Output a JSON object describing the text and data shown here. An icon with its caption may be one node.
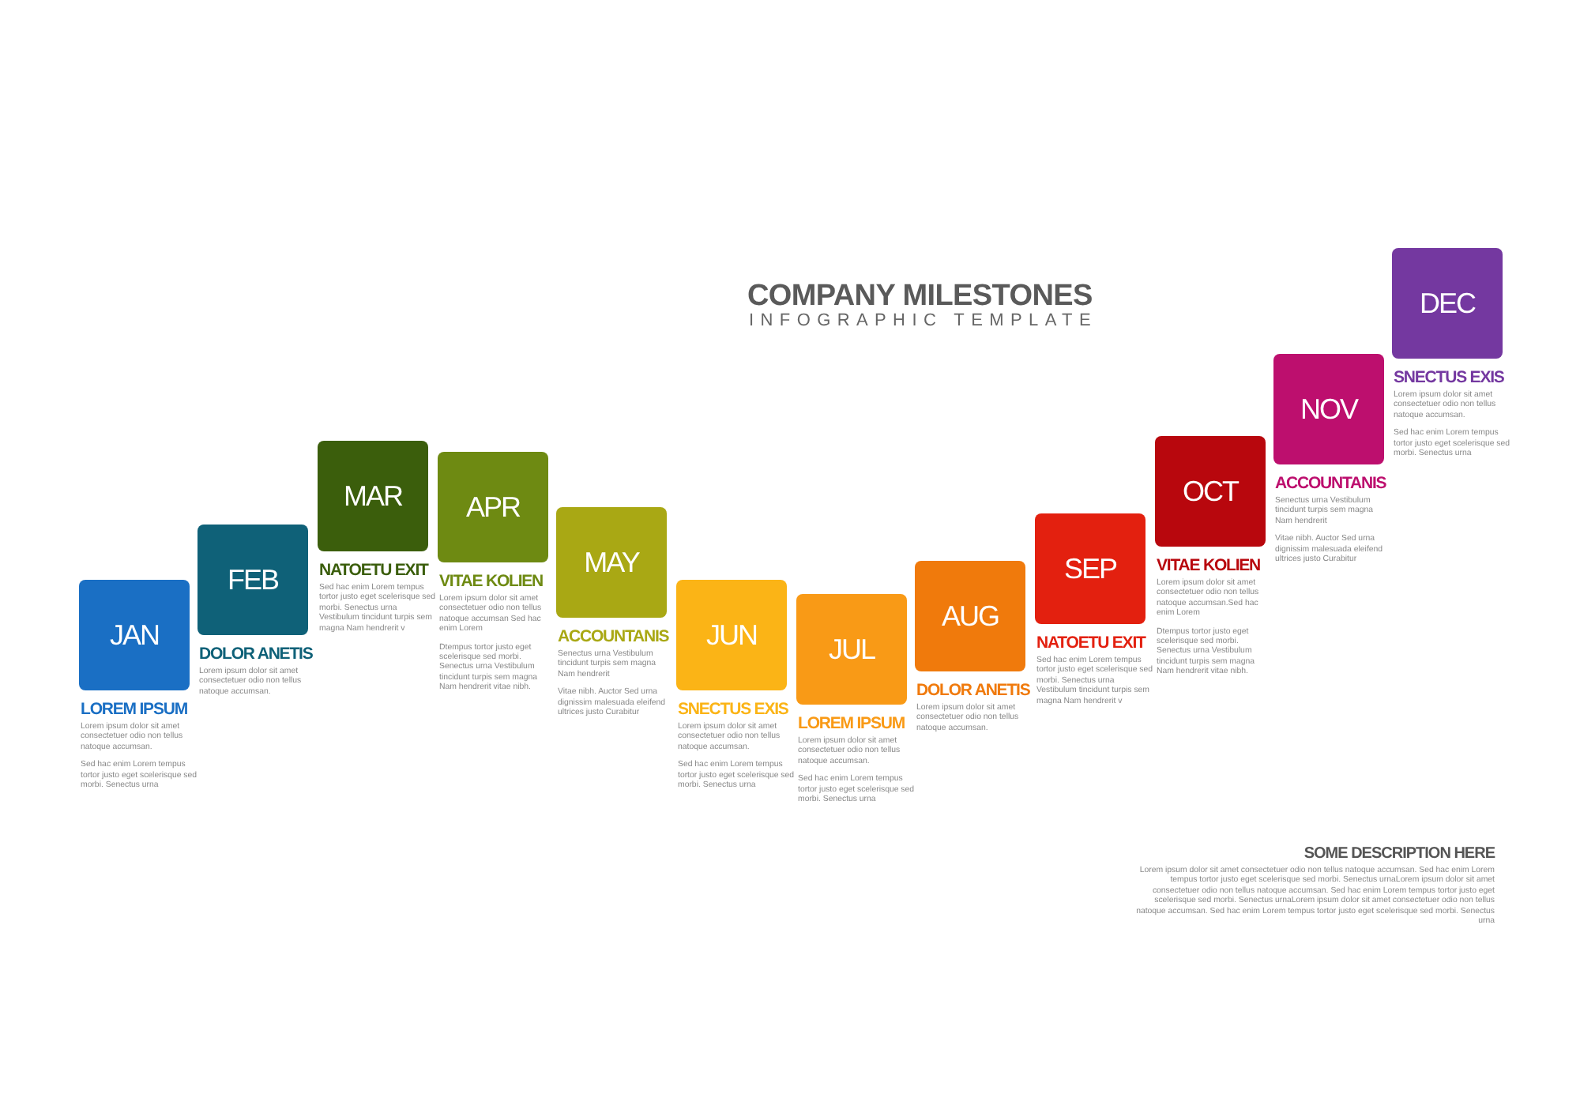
{
  "diagram": {
    "title": "COMPANY MILESTONES",
    "nodes": [
      {
        "text": [
          "JAN"
        ],
        "beside": [
          "LOREM IPSUM",
          "Lorem ipsum dolor sit amet consectetuer odio non tellus natoque accumsan.",
          "Sed hac enim Lorem tempus tortor justo eget scelerisque sed morbi. Senectus urna"
        ]
      },
      {
        "text": [
          "FEB"
        ],
        "beside": [
          "DOLOR ANETIS",
          "Lorem ipsum dolor sit amet consectetuer odio non tellus natoque accumsan."
        ]
      },
      {
        "text": [
          "MAR"
        ],
        "beside": [
          "NATOETU EXIT",
          "Sed hac enim Lorem tempus tortor justo eget scelerisque sed morbi. Senectus urna Vestibulum tincidunt turpis sem magna Nam hendrerit v"
        ]
      },
      {
        "text": [
          "APR"
        ],
        "beside": [
          "VITAE KOLIEN",
          "Lorem ipsum dolor sit amet consectetuer odio non tellus natoque accumsan Sed hac enim Lorem",
          "Dtempus tortor justo eget scelerisque sed morbi. Senectus urna Vestibulum tincidunt turpis sem magna Nam hendrerit vitae nibh."
        ]
      },
      {
        "text": [
          "MAY"
        ],
        "beside": [
          "ACCOUNTANIS",
          "Senectus urna Vestibulum tincidunt turpis sem magna Nam hendrerit",
          "Vitae nibh. Auctor Sed urna dignissim malesuada eleifend ultrices justo Curabitur"
        ]
      },
      {
        "text": [
          "JUN"
        ],
        "beside": [
          "SNECTUS EXIS",
          "Lorem ipsum dolor sit amet consectetuer odio non tellus natoque accumsan.",
          "Sed hac enim Lorem tempus tortor justo eget scelerisque sed morbi. Senectus urna"
        ]
      },
      {
        "text": [
          "JUL"
        ],
        "beside": [
          "LOREM IPSUM",
          "Lorem ipsum dolor sit amet consectetuer odio non tellus natoque accumsan.",
          "Sed hac enim Lorem tempus tortor justo eget scelerisque sed morbi. Senectus urna"
        ]
      },
      {
        "text": [
          "AUG"
        ],
        "beside": [
          "DOLOR ANETIS",
          "Lorem ipsum dolor sit amet consectetuer odio non tellus natoque accumsan."
        ]
      },
      {
        "text": [
          "SEP"
        ],
        "beside": [
          "NATOETU EXIT",
          "Sed hac enim Lorem tempus tortor justo eget scelerisque sed morbi. Senectus urna Vestibulum tincidunt turpis sem magna Nam hendrerit v"
        ]
      },
      {
        "text": [
          "OCT"
        ],
        "beside": [
          "VITAE KOLIEN",
          "Lorem ipsum dolor sit amet consectetuer odio non tellus natoque accumsan.Sed hac enim Lorem",
          "Dtempus tortor justo eget scelerisque sed morbi. Senectus urna Vestibulum tincidunt turpis sem magna Nam hendrerit vitae nibh."
        ]
      },
      {
        "text": [
          "NOV"
        ],
        "beside": [
          "ACCOUNTANIS",
          "Senectus urna Vestibulum tincidunt turpis sem magna Nam hendrerit",
          "Vitae nibh. Auctor Sed urna dignissim malesuada eleifend ultrices justo Curabitur"
        ]
      },
      {
        "text": [
          "DEC"
        ],
        "beside": [
          "SNECTUS EXIS",
          "Lorem ipsum dolor sit amet consectetuer odio non tellus natoque accumsan.",
          "Sed hac enim Lorem tempus tortor justo eget scelerisque sed morbi. Senectus urna"
        ]
      }
    ],
    "labels": [
      "INFOGRAPHIC TEMPLATE",
      "SOME DESCRIPTION HERE",
      "Lorem ipsum dolor sit amet consectetuer odio non tellus natoque accumsan. Sed hac enim Lorem tempus tortor justo eget scelerisque sed morbi. Senectus urnaLorem ipsum dolor sit amet consectetuer odio non tellus natoque accumsan. Sed hac enim Lorem tempus tortor justo eget scelerisque sed morbi. Senectus urnaLorem ipsum dolor sit amet consectetuer odio non tellus natoque accumsan. Sed hac enim Lorem tempus tortor justo eget scelerisque sed morbi. Senectus urna"
    ]
  }
}
